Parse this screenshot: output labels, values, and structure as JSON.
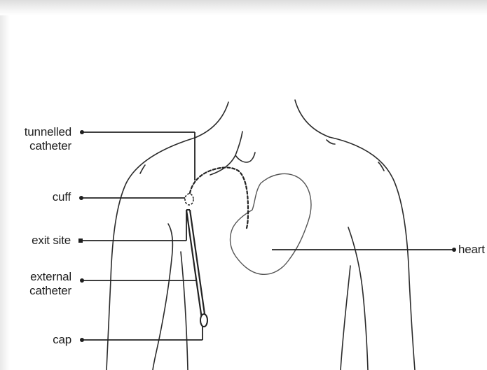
{
  "labels": {
    "tunnelled_catheter": [
      "tunnelled",
      "catheter"
    ],
    "cuff": "cuff",
    "exit_site": "exit site",
    "external_catheter": [
      "external",
      "catheter"
    ],
    "cap": "cap",
    "heart": "heart"
  },
  "colors": {
    "line": "#222222",
    "body_outline": "#2b2b2b",
    "background": "#ffffff"
  },
  "icons": {
    "label_marker": "filled-dot"
  }
}
